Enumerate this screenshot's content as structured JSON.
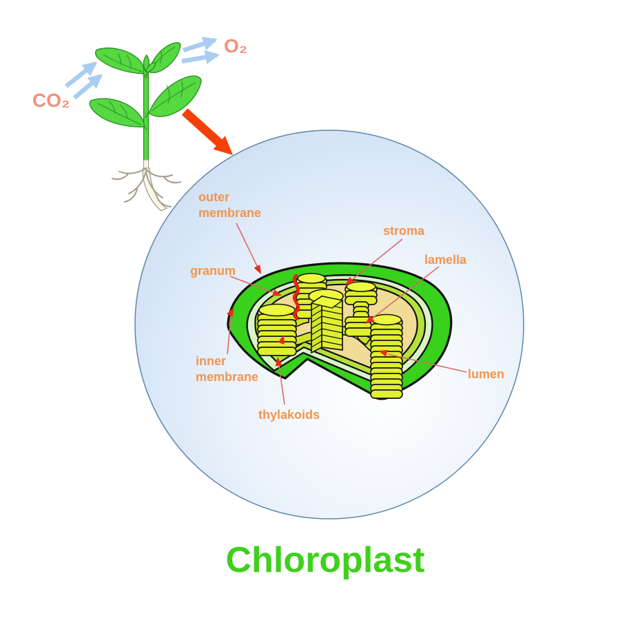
{
  "page": {
    "background": "#ffffff"
  },
  "title": {
    "text": "Chloroplast",
    "color": "#3ed01c"
  },
  "molecules": {
    "co2": "CO₂",
    "o2": "O₂",
    "color": "#f4907c"
  },
  "cell": {
    "fill": "#cfe0f3",
    "stroke": "#5b87a8"
  },
  "chloroplast": {
    "outer_green": "#38d11c",
    "envelope_mint": "#d9f4c8",
    "inner_membrane_green": "#b5e03e",
    "stroma_tan": "#f0dc96",
    "thylakoid_yellow": "#e0ef2f",
    "thylakoid_cap_yellow": "#edf93f",
    "lamella_green": "#cfe32a",
    "outline_black": "#101010"
  },
  "callouts": {
    "outer_membrane": {
      "line1": "outer",
      "line2": "membrane"
    },
    "stroma": {
      "text": "stroma"
    },
    "lamella": {
      "text": "lamella"
    },
    "granum": {
      "text": "granum"
    },
    "inner_membrane": {
      "line1": "inner",
      "line2": "membrane"
    },
    "thylakoids": {
      "text": "thylakoids"
    },
    "lumen": {
      "text": "lumen"
    },
    "label_color": "#f2954d",
    "leader_color": "#dd6868",
    "arrowhead_color": "#e82a1a"
  },
  "plant": {
    "leaf_green": "#55d840",
    "stem_green": "#52d83e",
    "gas_arrow_blue": "#a9ccf1",
    "zoom_arrow_red": "#f5400a"
  }
}
